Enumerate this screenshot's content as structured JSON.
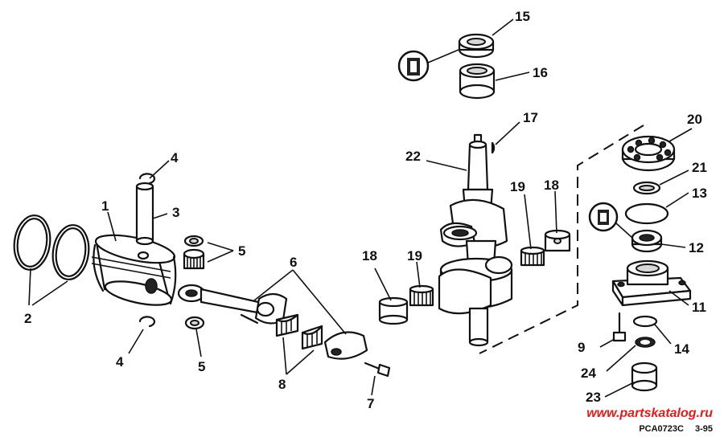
{
  "callouts": [
    "1",
    "2",
    "3",
    "4",
    "5",
    "6",
    "7",
    "8",
    "9",
    "11",
    "12",
    "13",
    "14",
    "15",
    "16",
    "17",
    "18",
    "19",
    "20",
    "21",
    "22",
    "23",
    "24"
  ],
  "watermark": "www.partskatalog.ru",
  "drawing_code": "PCA0723C",
  "drawing_date": "3-95",
  "colors": {
    "line": "#111111",
    "watermark": "#e31b1b"
  }
}
